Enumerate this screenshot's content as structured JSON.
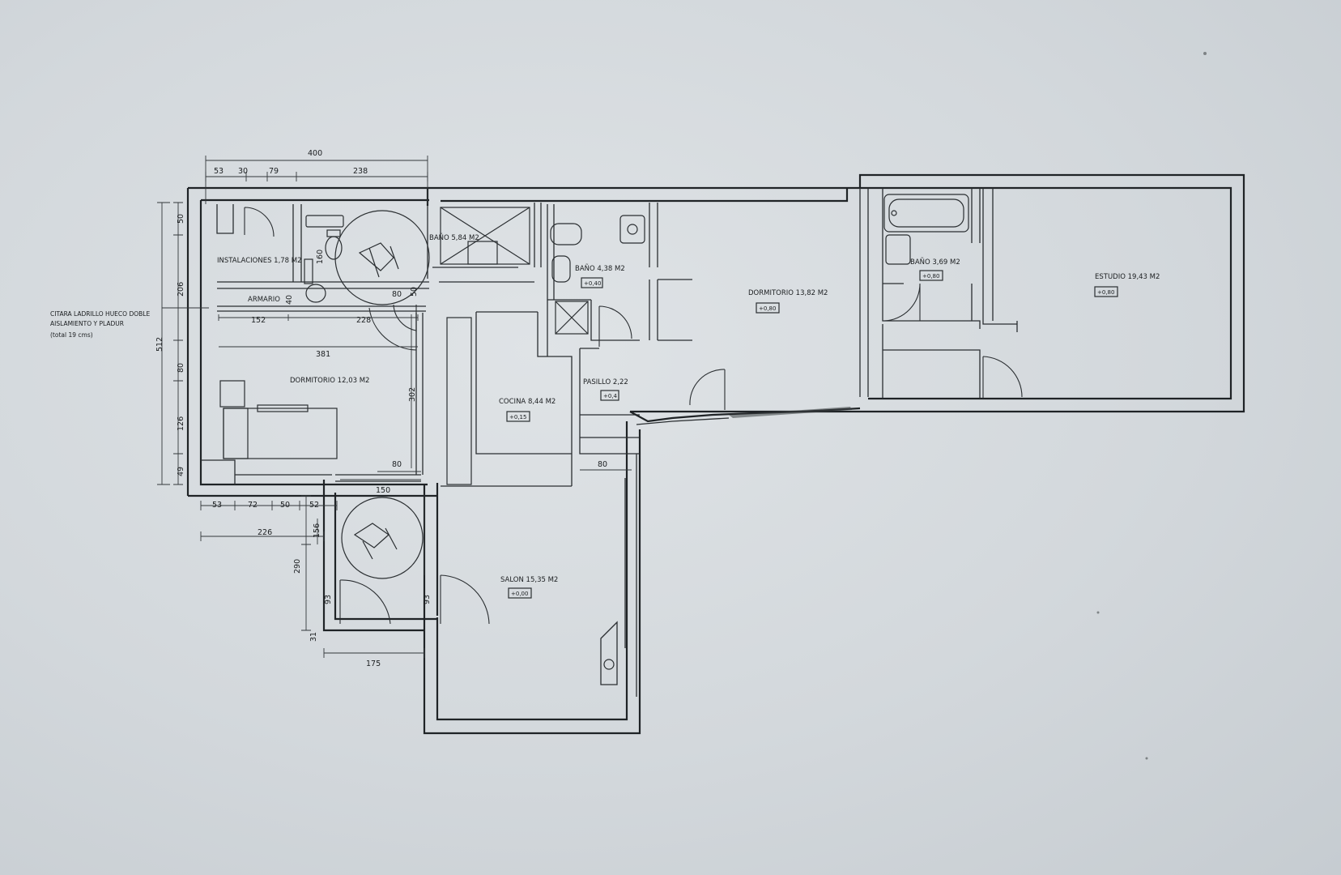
{
  "rooms": {
    "instalaciones": {
      "label": "INSTALACIONES 1,78 M2"
    },
    "armario": {
      "label": "ARMARIO"
    },
    "bano1": {
      "label": "BAÑO 5,84 M2"
    },
    "bano2": {
      "label": "BAÑO 4,38 M2",
      "level": "+0,40"
    },
    "dormitorio1": {
      "label": "DORMITORIO 12,03 M2"
    },
    "dormitorio2": {
      "label": "DORMITORIO 13,82 M2",
      "level": "+0,80"
    },
    "bano3": {
      "label": "BAÑO 3,69 M2",
      "level": "+0,80"
    },
    "estudio": {
      "label": "ESTUDIO 19,43 M2",
      "level": "+0,80"
    },
    "cocina": {
      "label": "COCINA 8,44 M2",
      "level": "+0,15"
    },
    "pasillo": {
      "label": "PASILLO 2,22",
      "level": "+0,4"
    },
    "salon": {
      "label": "SALON 15,35 M2",
      "level": "+0,00"
    }
  },
  "note": {
    "line1": "CITARA LADRILLO HUECO DOBLE",
    "line2": "AISLAMIENTO Y PLADUR",
    "line3": "(total 19 cms)"
  },
  "dimensions": {
    "top_total": "400",
    "top_53": "53",
    "top_30": "30",
    "top_79": "79",
    "top_238": "238",
    "left_50": "50",
    "left_206": "206",
    "left_512": "512",
    "left_80": "80",
    "left_126": "126",
    "left_49": "49",
    "inner_160": "160",
    "inner_40": "40",
    "inner_80a": "80",
    "inner_50": "50",
    "inner_152": "152",
    "inner_228": "228",
    "inner_381": "381",
    "inner_302": "302",
    "inner_80b": "80",
    "inner_80c": "80",
    "bottom_53": "53",
    "bottom_72": "72",
    "bottom_50": "50",
    "bottom_52": "52",
    "bottom_150": "150",
    "bottom_226": "226",
    "v_156": "156",
    "v_290": "290",
    "v_93a": "93",
    "v_93b": "93",
    "v_31": "31",
    "h_175": "175"
  }
}
